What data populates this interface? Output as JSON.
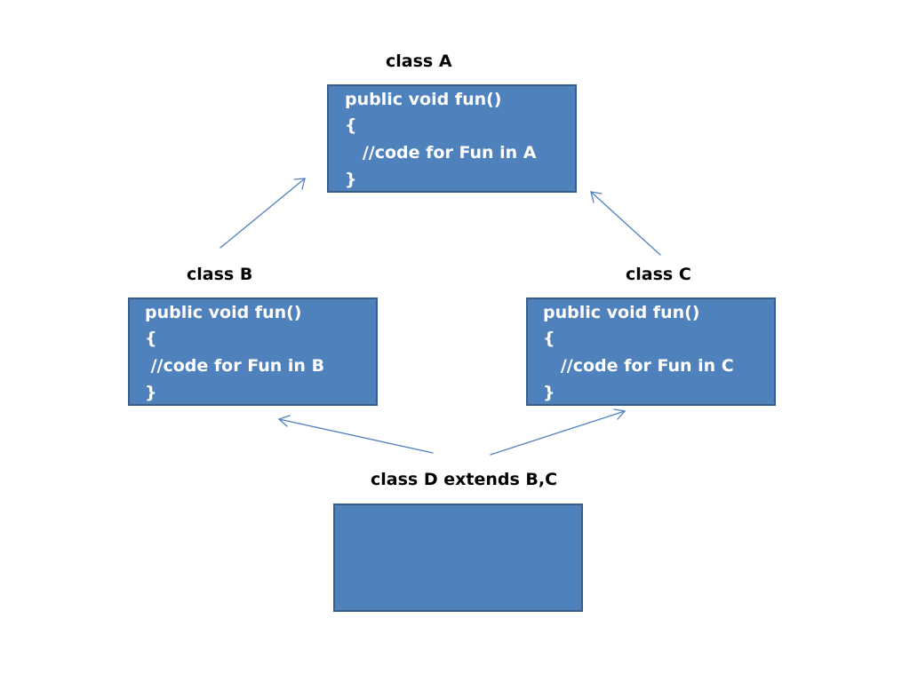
{
  "colors": {
    "box_fill": "#4f81bd",
    "box_border": "#385d8a",
    "arrow": "#4f81bd",
    "title_text": "#000000",
    "code_text": "#ffffff"
  },
  "class_a": {
    "title": "class A",
    "lines": [
      "public void fun()",
      "{",
      "   //code for Fun in A",
      "}"
    ]
  },
  "class_b": {
    "title": "class B",
    "lines": [
      "public void fun()",
      "{",
      " //code for Fun in B",
      "}"
    ]
  },
  "class_c": {
    "title": "class C",
    "lines": [
      "public void fun()",
      "{",
      "   //code for Fun in C",
      "}"
    ]
  },
  "class_d": {
    "title": "class D extends B,C"
  },
  "arrows": [
    {
      "from": "class B",
      "to": "class A"
    },
    {
      "from": "class C",
      "to": "class A"
    },
    {
      "from": "class D extends B,C",
      "to": "class B"
    },
    {
      "from": "class D extends B,C",
      "to": "class C"
    }
  ]
}
